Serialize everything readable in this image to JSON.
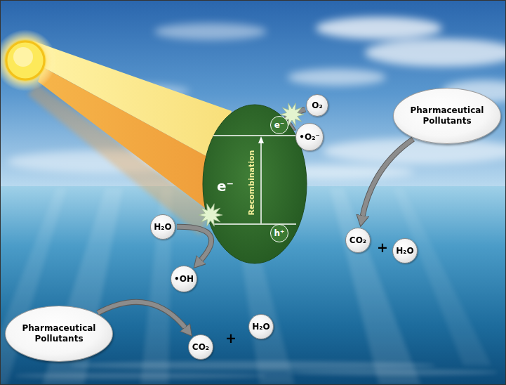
{
  "diagram": {
    "nodes": [
      {
        "text": [
          "e⁻",
          "Recombination"
        ]
      },
      {
        "text": [
          "e⁻"
        ],
        "in": 0
      },
      {
        "text": [
          "h⁺"
        ],
        "in": 0
      },
      {
        "text": [
          "O₂"
        ]
      },
      {
        "text": [
          "•O₂⁻"
        ]
      },
      {
        "text": [
          "Pharmaceutical Pollutants"
        ]
      },
      {
        "text": [
          "H₂O"
        ]
      },
      {
        "text": [
          "CO₂"
        ]
      },
      {
        "text": [
          "H₂O"
        ]
      },
      {
        "text": [
          "•OH"
        ]
      },
      {
        "text": [
          "Pharmaceutical Pollutants"
        ]
      },
      {
        "text": [
          "H₂O"
        ]
      },
      {
        "text": [
          "CO₂"
        ]
      }
    ],
    "edges": [
      {
        "from": 3,
        "to": 4,
        "arrow": "to"
      },
      {
        "from": 6,
        "to": 9,
        "arrow": "to"
      },
      {
        "from": 5,
        "to": 7,
        "arrow": "to"
      },
      {
        "from": 10,
        "to": 12,
        "arrow": "to"
      }
    ],
    "labels": [
      "+",
      "+"
    ]
  }
}
